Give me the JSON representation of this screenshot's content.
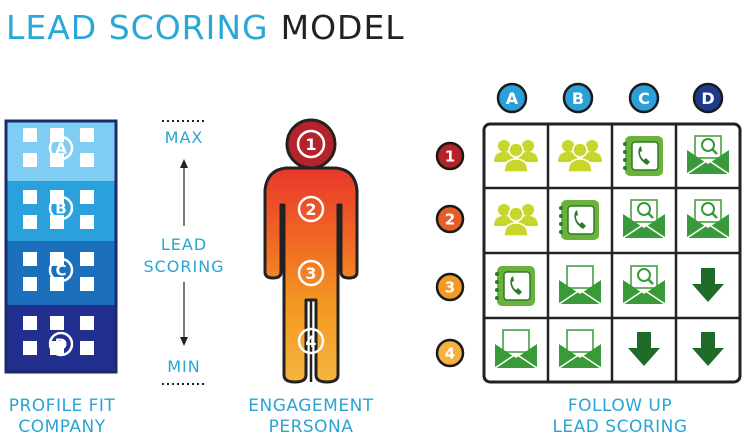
{
  "title": {
    "part1": "LEAD SCORING",
    "part2": "MODEL"
  },
  "company": {
    "caption_line1": "PROFILE FIT",
    "caption_line2": "COMPANY",
    "grades": [
      "A",
      "B",
      "C",
      "D"
    ],
    "band_colors": [
      "#7fcdf2",
      "#2aa0dc",
      "#1c6fbd",
      "#232f8e"
    ]
  },
  "scale": {
    "max_label": "MAX",
    "middle_line1": "LEAD",
    "middle_line2": "SCORING",
    "min_label": "MIN"
  },
  "persona": {
    "caption_line1": "ENGAGEMENT",
    "caption_line2": "PERSONA",
    "levels": [
      "1",
      "2",
      "3",
      "4"
    ]
  },
  "matrix": {
    "caption_line1": "FOLLOW UP",
    "caption_line2": "LEAD SCORING",
    "columns": [
      "A",
      "B",
      "C",
      "D"
    ],
    "rows": [
      "1",
      "2",
      "3",
      "4"
    ],
    "row_colors": [
      "#b5232a",
      "#e55c26",
      "#f29a23",
      "#f5b03d"
    ],
    "column_color": "#2a9fd8",
    "column_d_color": "#1f3a8a",
    "cells": [
      [
        "people-icon",
        "people-icon",
        "phone-icon",
        "email-search-icon"
      ],
      [
        "people-icon",
        "phone-icon",
        "email-search-icon",
        "email-search-icon"
      ],
      [
        "phone-icon",
        "email-icon",
        "email-search-icon",
        "arrow-down-icon"
      ],
      [
        "email-icon",
        "email-icon",
        "arrow-down-icon",
        "arrow-down-icon"
      ]
    ]
  }
}
